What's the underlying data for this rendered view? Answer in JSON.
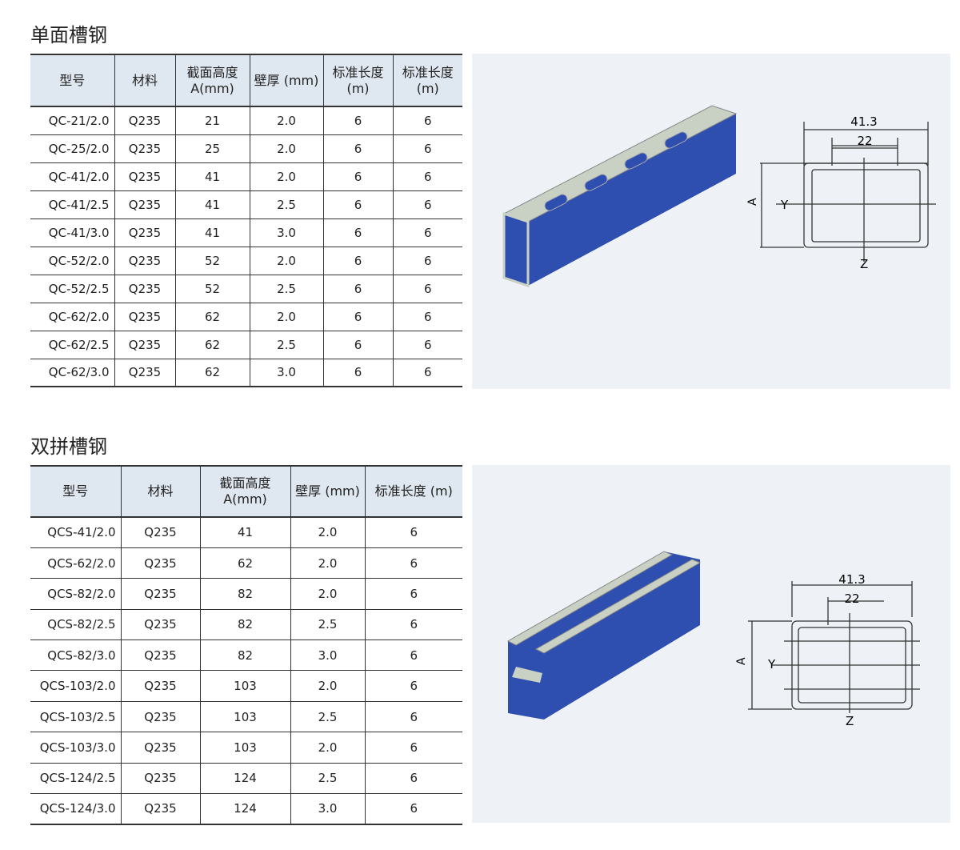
{
  "single": {
    "title": "单面槽钢",
    "headers": [
      "型号",
      "材料",
      "截面高度A(mm)",
      "壁厚 (mm)",
      "标准长度(m)",
      "标准长度(m)"
    ],
    "rows": [
      [
        "QC-21/2.0",
        "Q235",
        "21",
        "2.0",
        "6",
        "6"
      ],
      [
        "QC-25/2.0",
        "Q235",
        "25",
        "2.0",
        "6",
        "6"
      ],
      [
        "QC-41/2.0",
        "Q235",
        "41",
        "2.0",
        "6",
        "6"
      ],
      [
        "QC-41/2.5",
        "Q235",
        "41",
        "2.5",
        "6",
        "6"
      ],
      [
        "QC-41/3.0",
        "Q235",
        "41",
        "3.0",
        "6",
        "6"
      ],
      [
        "QC-52/2.0",
        "Q235",
        "52",
        "2.0",
        "6",
        "6"
      ],
      [
        "QC-52/2.5",
        "Q235",
        "52",
        "2.5",
        "6",
        "6"
      ],
      [
        "QC-62/2.0",
        "Q235",
        "62",
        "2.0",
        "6",
        "6"
      ],
      [
        "QC-62/2.5",
        "Q235",
        "62",
        "2.5",
        "6",
        "6"
      ],
      [
        "QC-62/3.0",
        "Q235",
        "62",
        "3.0",
        "6",
        "6"
      ]
    ],
    "diagram": {
      "width": "41.3",
      "slot": "22",
      "a": "A",
      "y": "Y",
      "z": "Z"
    }
  },
  "double": {
    "title": "双拼槽钢",
    "headers": [
      "型号",
      "材料",
      "截面高度A(mm)",
      "壁厚 (mm)",
      "标准长度 (m)"
    ],
    "rows": [
      [
        "QCS-41/2.0",
        "Q235",
        "41",
        "2.0",
        "6"
      ],
      [
        "QCS-62/2.0",
        "Q235",
        "62",
        "2.0",
        "6"
      ],
      [
        "QCS-82/2.0",
        "Q235",
        "82",
        "2.0",
        "6"
      ],
      [
        "QCS-82/2.5",
        "Q235",
        "82",
        "2.5",
        "6"
      ],
      [
        "QCS-82/3.0",
        "Q235",
        "82",
        "3.0",
        "6"
      ],
      [
        "QCS-103/2.0",
        "Q235",
        "103",
        "2.0",
        "6"
      ],
      [
        "QCS-103/2.5",
        "Q235",
        "103",
        "2.5",
        "6"
      ],
      [
        "QCS-103/3.0",
        "Q235",
        "103",
        "2.0",
        "6"
      ],
      [
        "QCS-124/2.5",
        "Q235",
        "124",
        "2.5",
        "6"
      ],
      [
        "QCS-124/3.0",
        "Q235",
        "124",
        "3.0",
        "6"
      ]
    ],
    "diagram": {
      "width": "41.3",
      "slot": "22",
      "a": "A",
      "y": "Y",
      "z": "Z"
    }
  },
  "colors": {
    "steel_blue": "#2e4fb0",
    "panel_bg": "#eef2f7",
    "header_bg": "#dfe7f0"
  }
}
